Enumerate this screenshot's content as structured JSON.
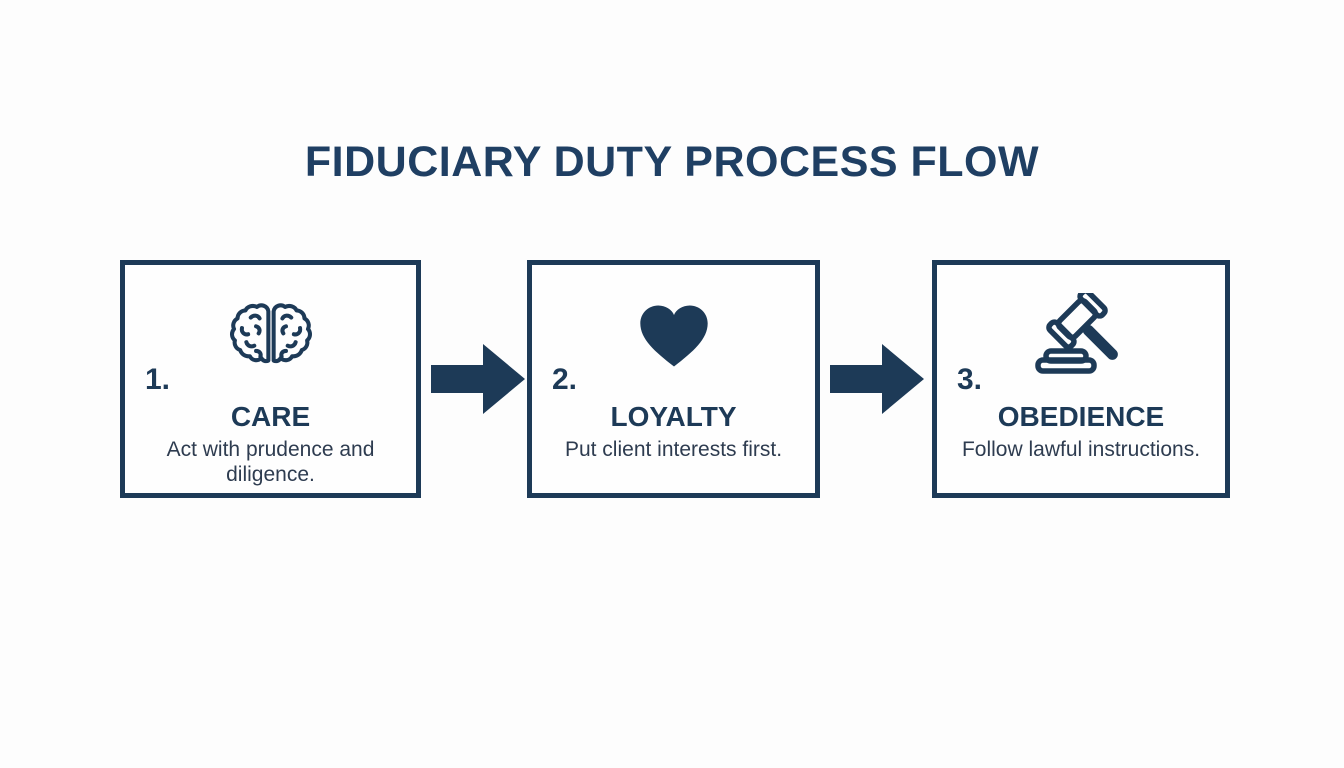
{
  "title": "FIDUCIARY DUTY PROCESS FLOW",
  "colors": {
    "navy": "#1d3a57",
    "title": "#1f3f63",
    "subtitle": "#2e3c50",
    "background": "#fdfdfd"
  },
  "steps": [
    {
      "number": "1.",
      "icon": "brain-icon",
      "heading": "CARE",
      "description": "Act with prudence and diligence."
    },
    {
      "number": "2.",
      "icon": "heart-icon",
      "heading": "LOYALTY",
      "description": "Put client interests first."
    },
    {
      "number": "3.",
      "icon": "gavel-icon",
      "heading": "OBEDIENCE",
      "description": "Follow lawful instructions."
    }
  ],
  "connectors": [
    {
      "icon": "arrow-right-icon"
    },
    {
      "icon": "arrow-right-icon"
    }
  ]
}
